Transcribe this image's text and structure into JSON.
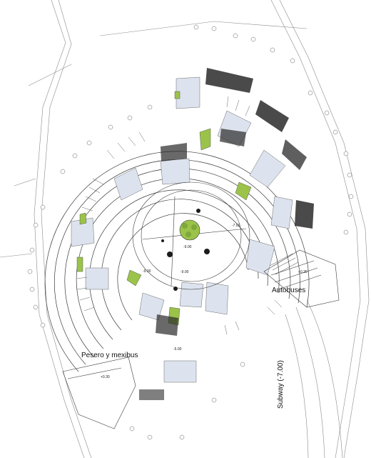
{
  "labels": {
    "autobuses": "Autobuses",
    "pesero": "Pesero y mexibus",
    "subway": "Subway (-7.00)",
    "level_center": "-7.00",
    "level_a": "-9.00",
    "level_b": "-9.00",
    "level_c": "-9.00",
    "level_bus": "+0.30",
    "level_pesero": "+0.30",
    "level_south": "-5.00"
  },
  "colors": {
    "line": "#3a3a3a",
    "light_line": "#8a8a8a",
    "ring_fill": "#dde3ee",
    "green": "#9bc34a",
    "dark": "#1c1c1c"
  }
}
